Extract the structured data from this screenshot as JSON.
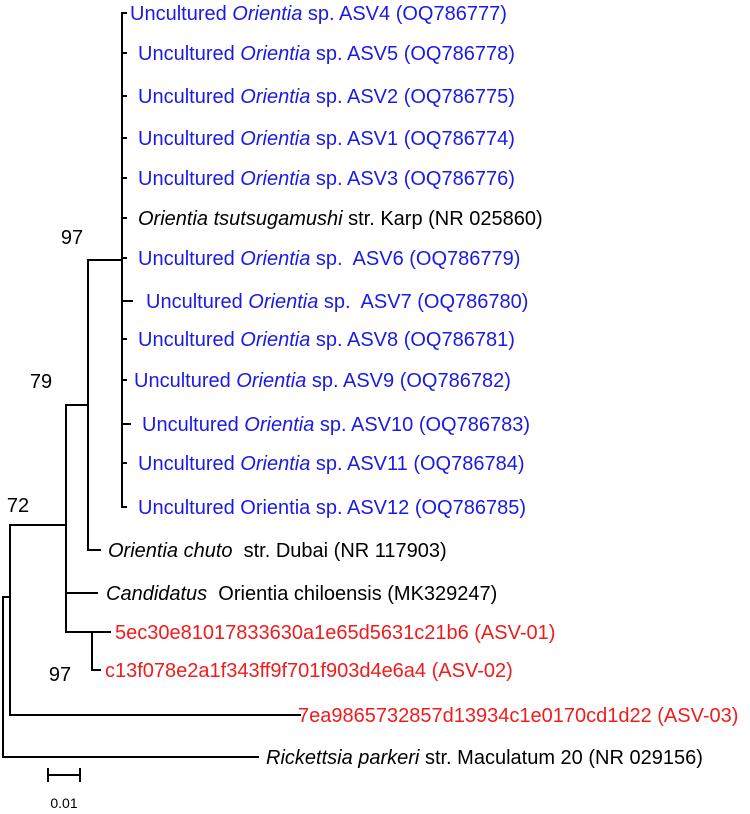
{
  "colors": {
    "blue": "#1a1ae6",
    "red": "#f01c1c",
    "black": "#000000"
  },
  "leaves": [
    {
      "id": "asv4",
      "color": "blue",
      "parts": [
        {
          "t": "Uncultured "
        },
        {
          "t": "Orientia",
          "i": true
        },
        {
          "t": " sp. ASV4 (OQ786777)"
        }
      ]
    },
    {
      "id": "asv5",
      "color": "blue",
      "parts": [
        {
          "t": "Uncultured "
        },
        {
          "t": "Orientia",
          "i": true
        },
        {
          "t": " sp. ASV5 (OQ786778)"
        }
      ]
    },
    {
      "id": "asv2",
      "color": "blue",
      "parts": [
        {
          "t": "Uncultured "
        },
        {
          "t": "Orientia",
          "i": true
        },
        {
          "t": " sp. ASV2 (OQ786775)"
        }
      ]
    },
    {
      "id": "asv1",
      "color": "blue",
      "parts": [
        {
          "t": "Uncultured "
        },
        {
          "t": "Orientia",
          "i": true
        },
        {
          "t": " sp. ASV1 (OQ786774)"
        }
      ]
    },
    {
      "id": "asv3",
      "color": "blue",
      "parts": [
        {
          "t": "Uncultured "
        },
        {
          "t": "Orientia",
          "i": true
        },
        {
          "t": " sp. ASV3 (OQ786776)"
        }
      ]
    },
    {
      "id": "karp",
      "color": "black",
      "parts": [
        {
          "t": "Orientia tsutsugamushi",
          "i": true
        },
        {
          "t": " str. Karp (NR 025860)"
        }
      ]
    },
    {
      "id": "asv6",
      "color": "blue",
      "parts": [
        {
          "t": "Uncultured "
        },
        {
          "t": "Orientia",
          "i": true
        },
        {
          "t": " sp.  ASV6 (OQ786779)"
        }
      ]
    },
    {
      "id": "asv7",
      "color": "blue",
      "parts": [
        {
          "t": "Uncultured "
        },
        {
          "t": "Orientia",
          "i": true
        },
        {
          "t": " sp.  ASV7 (OQ786780)"
        }
      ]
    },
    {
      "id": "asv8",
      "color": "blue",
      "parts": [
        {
          "t": "Uncultured "
        },
        {
          "t": "Orientia",
          "i": true
        },
        {
          "t": " sp. ASV8 (OQ786781)"
        }
      ]
    },
    {
      "id": "asv9",
      "color": "blue",
      "parts": [
        {
          "t": "Uncultured "
        },
        {
          "t": "Orientia",
          "i": true
        },
        {
          "t": " sp. ASV9 (OQ786782)"
        }
      ]
    },
    {
      "id": "asv10",
      "color": "blue",
      "parts": [
        {
          "t": "Uncultured "
        },
        {
          "t": "Orientia",
          "i": true
        },
        {
          "t": " sp. ASV10 (OQ786783)"
        }
      ]
    },
    {
      "id": "asv11",
      "color": "blue",
      "parts": [
        {
          "t": "Uncultured "
        },
        {
          "t": "Orientia",
          "i": true
        },
        {
          "t": " sp. ASV11 (OQ786784)"
        }
      ]
    },
    {
      "id": "asv12",
      "color": "blue",
      "parts": [
        {
          "t": "Uncultured Orientia sp. ASV12 (OQ786785)"
        }
      ]
    },
    {
      "id": "chuto",
      "color": "black",
      "parts": [
        {
          "t": "Orientia chuto",
          "i": true
        },
        {
          "t": "  str. Dubai (NR 117903)"
        }
      ]
    },
    {
      "id": "chiloensis",
      "color": "black",
      "parts": [
        {
          "t": "Candidatus",
          "i": true
        },
        {
          "t": "  Orientia chiloensis (MK329247)"
        }
      ]
    },
    {
      "id": "asv01",
      "color": "red",
      "parts": [
        {
          "t": "5ec30e81017833630a1e65d5631c21b6 (ASV-01)"
        }
      ]
    },
    {
      "id": "asv02",
      "color": "red",
      "parts": [
        {
          "t": "c13f078e2a1f343ff9f701f903d4e6a4 (ASV-02)"
        }
      ]
    },
    {
      "id": "asv03",
      "color": "red",
      "parts": [
        {
          "t": "7ea9865732857d13934c1e0170cd1d22 (ASV-03)"
        }
      ]
    },
    {
      "id": "parkeri",
      "color": "black",
      "parts": [
        {
          "t": "Rickettsia parkeri",
          "i": true
        },
        {
          "t": " str. Maculatum 20 (NR 029156)"
        }
      ]
    }
  ],
  "bootstrap": [
    {
      "id": "node-97-upper",
      "value": "97"
    },
    {
      "id": "node-79",
      "value": "79"
    },
    {
      "id": "node-72",
      "value": "72"
    },
    {
      "id": "node-97-lower",
      "value": "97"
    }
  ],
  "scale_bar": {
    "label": "0.01"
  }
}
